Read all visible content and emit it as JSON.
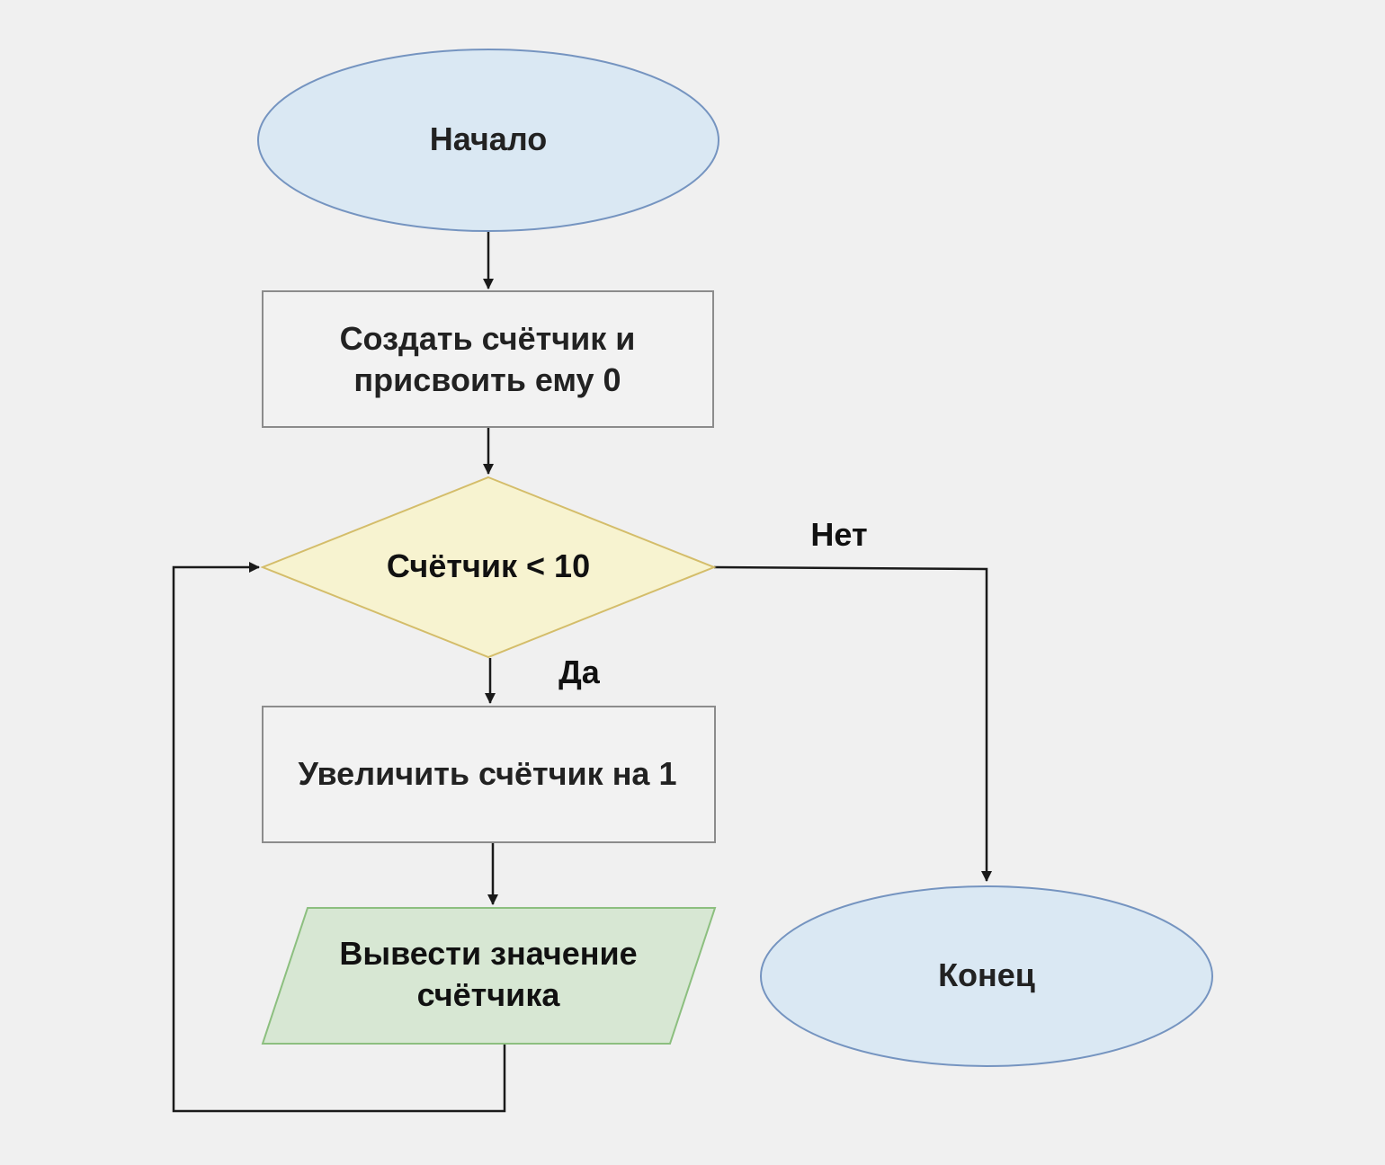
{
  "diagram": {
    "nodes": {
      "start": {
        "label": "Начало",
        "shape": "ellipse",
        "fill": "#dae8f3",
        "stroke": "#7594c0"
      },
      "init": {
        "line1": "Создать счётчик и",
        "line2": "присвоить ему 0",
        "shape": "rectangle",
        "fill": "#f2f2f2",
        "stroke": "#8c8c8c"
      },
      "condition": {
        "label": "Счётчик < 10",
        "shape": "diamond",
        "fill": "#f7f3d0",
        "stroke": "#d4bd6a"
      },
      "increment": {
        "label": "Увеличить счётчик на 1",
        "shape": "rectangle",
        "fill": "#f2f2f2",
        "stroke": "#8c8c8c"
      },
      "output": {
        "line1": "Вывести значение",
        "line2": "счётчика",
        "shape": "parallelogram",
        "fill": "#d7e7d3",
        "stroke": "#8cbf7f"
      },
      "end": {
        "label": "Конец",
        "shape": "ellipse",
        "fill": "#dae8f3",
        "stroke": "#7594c0"
      }
    },
    "edges": {
      "yes_label": "Да",
      "no_label": "Нет"
    }
  }
}
